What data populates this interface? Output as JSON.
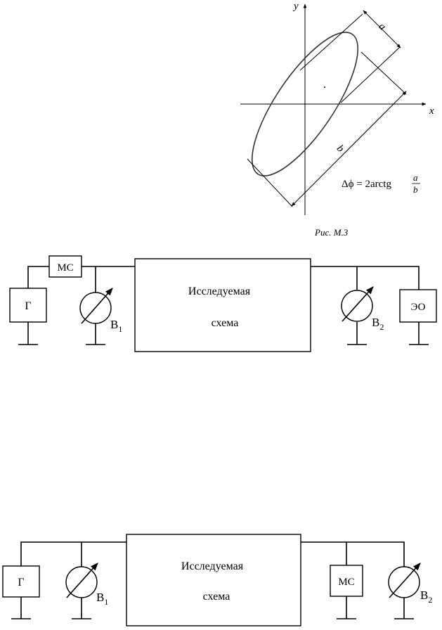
{
  "figure": {
    "axis_y": "y",
    "axis_x": "x",
    "dim_a": "a",
    "dim_b": "b",
    "formula_lhs": "Δϕ = 2arctg",
    "formula_num": "a",
    "formula_den": "b",
    "caption": "Рис. М.3"
  },
  "circuit1": {
    "box_line1": "Исследуемая",
    "box_line2": "схема",
    "generator": "Г",
    "store": "МС",
    "voltmeter1": "B",
    "voltmeter1_sub": "1",
    "voltmeter2": "B",
    "voltmeter2_sub": "2",
    "oscilloscope": "ЭО"
  },
  "circuit2": {
    "box_line1": "Исследуемая",
    "box_line2": "схема",
    "generator": "Г",
    "store": "МС",
    "voltmeter1": "B",
    "voltmeter1_sub": "1",
    "voltmeter2": "B",
    "voltmeter2_sub": "2"
  }
}
